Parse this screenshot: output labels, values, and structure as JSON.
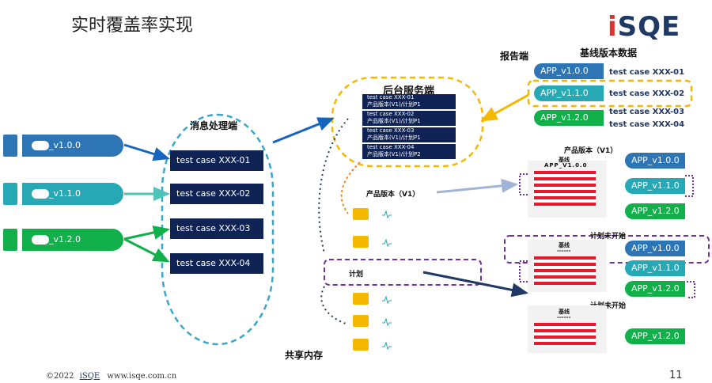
{
  "title": "实时覆盖率实现",
  "logo": {
    "i": "i",
    "rest": "SQE"
  },
  "clients": [
    {
      "label": "_v1.0.0",
      "color": "#2e75b6"
    },
    {
      "label": "_v1.1.0",
      "color": "#26a9b4"
    },
    {
      "label": "_v1.2.0",
      "color": "#12b04b"
    }
  ],
  "msg_handler": {
    "title": "消息处理端",
    "cases": [
      "test case XXX-01",
      "test case XXX-02",
      "test case XXX-03",
      "test case XXX-04"
    ]
  },
  "backend": {
    "title": "后台服务端",
    "entries": [
      {
        "case": "test case XXX-01",
        "plan": "产品版本(V1)/计划P1"
      },
      {
        "case": "test case XXX-02",
        "plan": "产品版本(V1)/计划P1"
      },
      {
        "case": "test case XXX-03",
        "plan": "产品版本(V1)/计划P1"
      },
      {
        "case": "test case XXX-04",
        "plan": "产品版本(V1)/计划P2"
      }
    ]
  },
  "report": {
    "title": "报告端",
    "baseline_title": "基线版本数据",
    "apps": [
      "APP_v1.0.0",
      "APP_v1.1.0",
      "APP_v1.2.0"
    ],
    "cases": [
      "test case XXX-01",
      "test case XXX-02",
      "test case XXX-03",
      "test case XXX-04"
    ]
  },
  "shared_memory": {
    "title": "共享内存",
    "product_label": "产品版本（V1）",
    "plan_label": "计划"
  },
  "right": {
    "prod_title": "产品版本（V1）",
    "baseline_label": "基线",
    "baseline_app": "APP_V1.0.0",
    "plan1_title": "计划未开始",
    "plan2_title": "计划未开始",
    "dashes": "------",
    "group1": [
      "APP_v1.0.0",
      "APP_v1.1.0",
      "APP_v1.2.0"
    ],
    "group2": [
      "APP_v1.0.0",
      "APP_v1.1.0",
      "APP_v1.2.0"
    ],
    "group3": [
      "APP_v1.2.0"
    ]
  },
  "footer": {
    "copyright": "©2022",
    "brand": "iSQE",
    "url": "www.isqe.com.cn",
    "page": "11"
  },
  "colors": {
    "navy": "#0f2354",
    "blue": "#2e75b6",
    "teal": "#26a9b4",
    "green": "#12b04b",
    "gold": "#f5b800",
    "purple": "#7030a0",
    "red": "#e8192c"
  }
}
